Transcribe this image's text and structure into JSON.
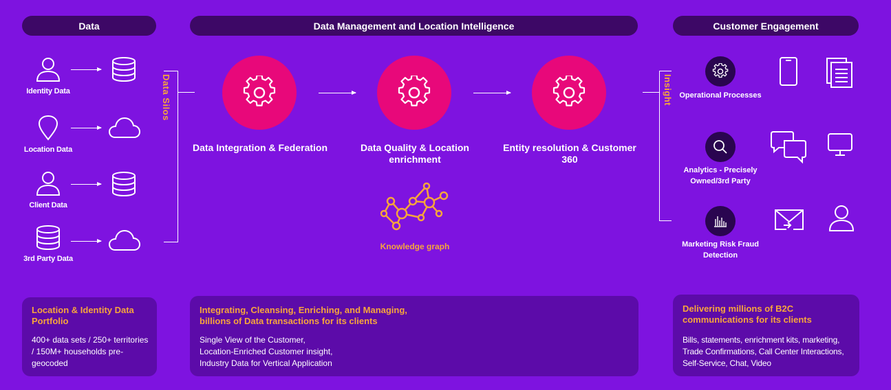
{
  "headers": {
    "data": "Data",
    "management": "Data Management and Location Intelligence",
    "engagement": "Customer Engagement"
  },
  "sources": [
    {
      "label": "Identity Data",
      "icon": "person-icon",
      "target": "database-icon"
    },
    {
      "label": "Location Data",
      "icon": "location-pin-icon",
      "target": "cloud-icon"
    },
    {
      "label": "Client Data",
      "icon": "person-icon",
      "target": "database-icon"
    },
    {
      "label": "3rd Party Data",
      "icon": "database-icon",
      "target": "cloud-icon"
    }
  ],
  "silos_label": "Data Silos",
  "stages": [
    {
      "label": "Data Integration & Federation",
      "icon": "gear-icon"
    },
    {
      "label": "Data Quality & Location enrichment",
      "icon": "gear-icon"
    },
    {
      "label": "Entity resolution & Customer 360",
      "icon": "gear-icon"
    }
  ],
  "knowledge_graph_label": "Knowledge graph",
  "insight_label": "Insight",
  "engagement_items": [
    {
      "label": "Operational Processes",
      "icon": "gear-icon"
    },
    {
      "label": "Analytics - Precisely Owned/3rd Party",
      "icon": "search-icon"
    },
    {
      "label": "Marketing Risk Fraud Detection",
      "icon": "bar-chart-icon"
    }
  ],
  "channel_icons": [
    "phone-icon",
    "documents-icon",
    "chat-icon",
    "monitor-icon",
    "envelope-icon",
    "person-icon"
  ],
  "boxes": {
    "left": {
      "heading": "Location & Identity Data Portfolio",
      "body": "400+ data sets / 250+ territories / 150M+ households pre-geocoded"
    },
    "center": {
      "heading": "Integrating, Cleansing, Enriching, and Managing, billions of Data transactions for its clients",
      "lines": [
        "Single View of the Customer,",
        "Location-Enriched Customer insight,",
        "Industry Data for Vertical Application"
      ]
    },
    "right": {
      "heading": "Delivering millions of B2C communications for its clients",
      "body": "Bills, statements, enrichment kits, marketing, Trade Confirmations, Call Center Interactions, Self-Service, Chat, Video"
    }
  },
  "colors": {
    "background": "#7E13E0",
    "pill": "#3D0866",
    "accent_pink": "#E8087A",
    "accent_orange": "#F7A53B",
    "box": "#5C0BA9"
  }
}
